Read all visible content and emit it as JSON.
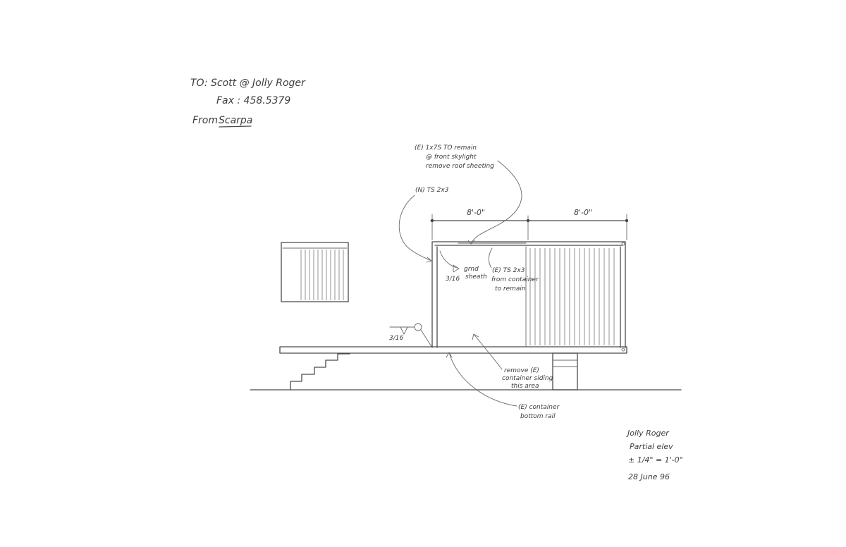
{
  "header": {
    "to_line": "TO: Scott @ Jolly Roger",
    "fax_line": "Fax : 458.5379",
    "from_label": "From",
    "from_name": "Scarpa"
  },
  "callouts": {
    "skylight": [
      "(E) 1x7S TO remain",
      "@ front skylight",
      "remove roof sheeting"
    ],
    "ts": "(N) TS 2x3",
    "dim_left": "8'-0\"",
    "dim_right": "8'-0\"",
    "grnd": [
      "grnd",
      "sheath"
    ],
    "fraction": "3/16",
    "ets": [
      "(E) TS 2x3",
      "from container",
      "to remain"
    ],
    "weld": "3/16",
    "remove": [
      "remove (E)",
      "container siding",
      "this area"
    ],
    "rail": [
      "(E) container",
      "bottom rail"
    ]
  },
  "title_block": {
    "project": "Jolly Roger",
    "sheet": "Partial elev",
    "scale": "± 1/4\" = 1'-0\"",
    "date": "28 June 96"
  }
}
